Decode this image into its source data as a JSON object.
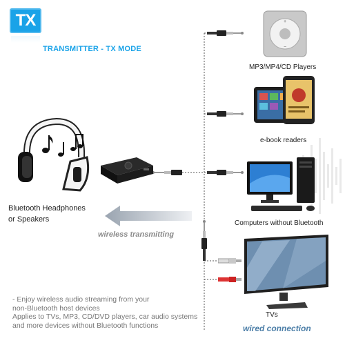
{
  "badge": {
    "text": "TX"
  },
  "title": "TRANSMITTER - TX MODE",
  "devices": {
    "mp3": "MP3/MP4/CD Players",
    "ebook": "e-book readers",
    "computers": "Computers without Bluetooth",
    "tvs": "TVs"
  },
  "headphones": {
    "line1": "Bluetooth Headphones",
    "line2": "or Speakers"
  },
  "wireless_label": "wireless transmitting",
  "wired_label": "wired connection",
  "description": [
    "- Enjoy wireless audio streaming from your",
    "non-Bluetooth host devices",
    "Applies to TVs, MP3, CD/DVD players, car audio systems",
    "and more devices without Bluetooth functions"
  ],
  "colors": {
    "accent": "#1aa3e8",
    "italic_text": "#4d7fa8",
    "description_text": "#777777"
  }
}
